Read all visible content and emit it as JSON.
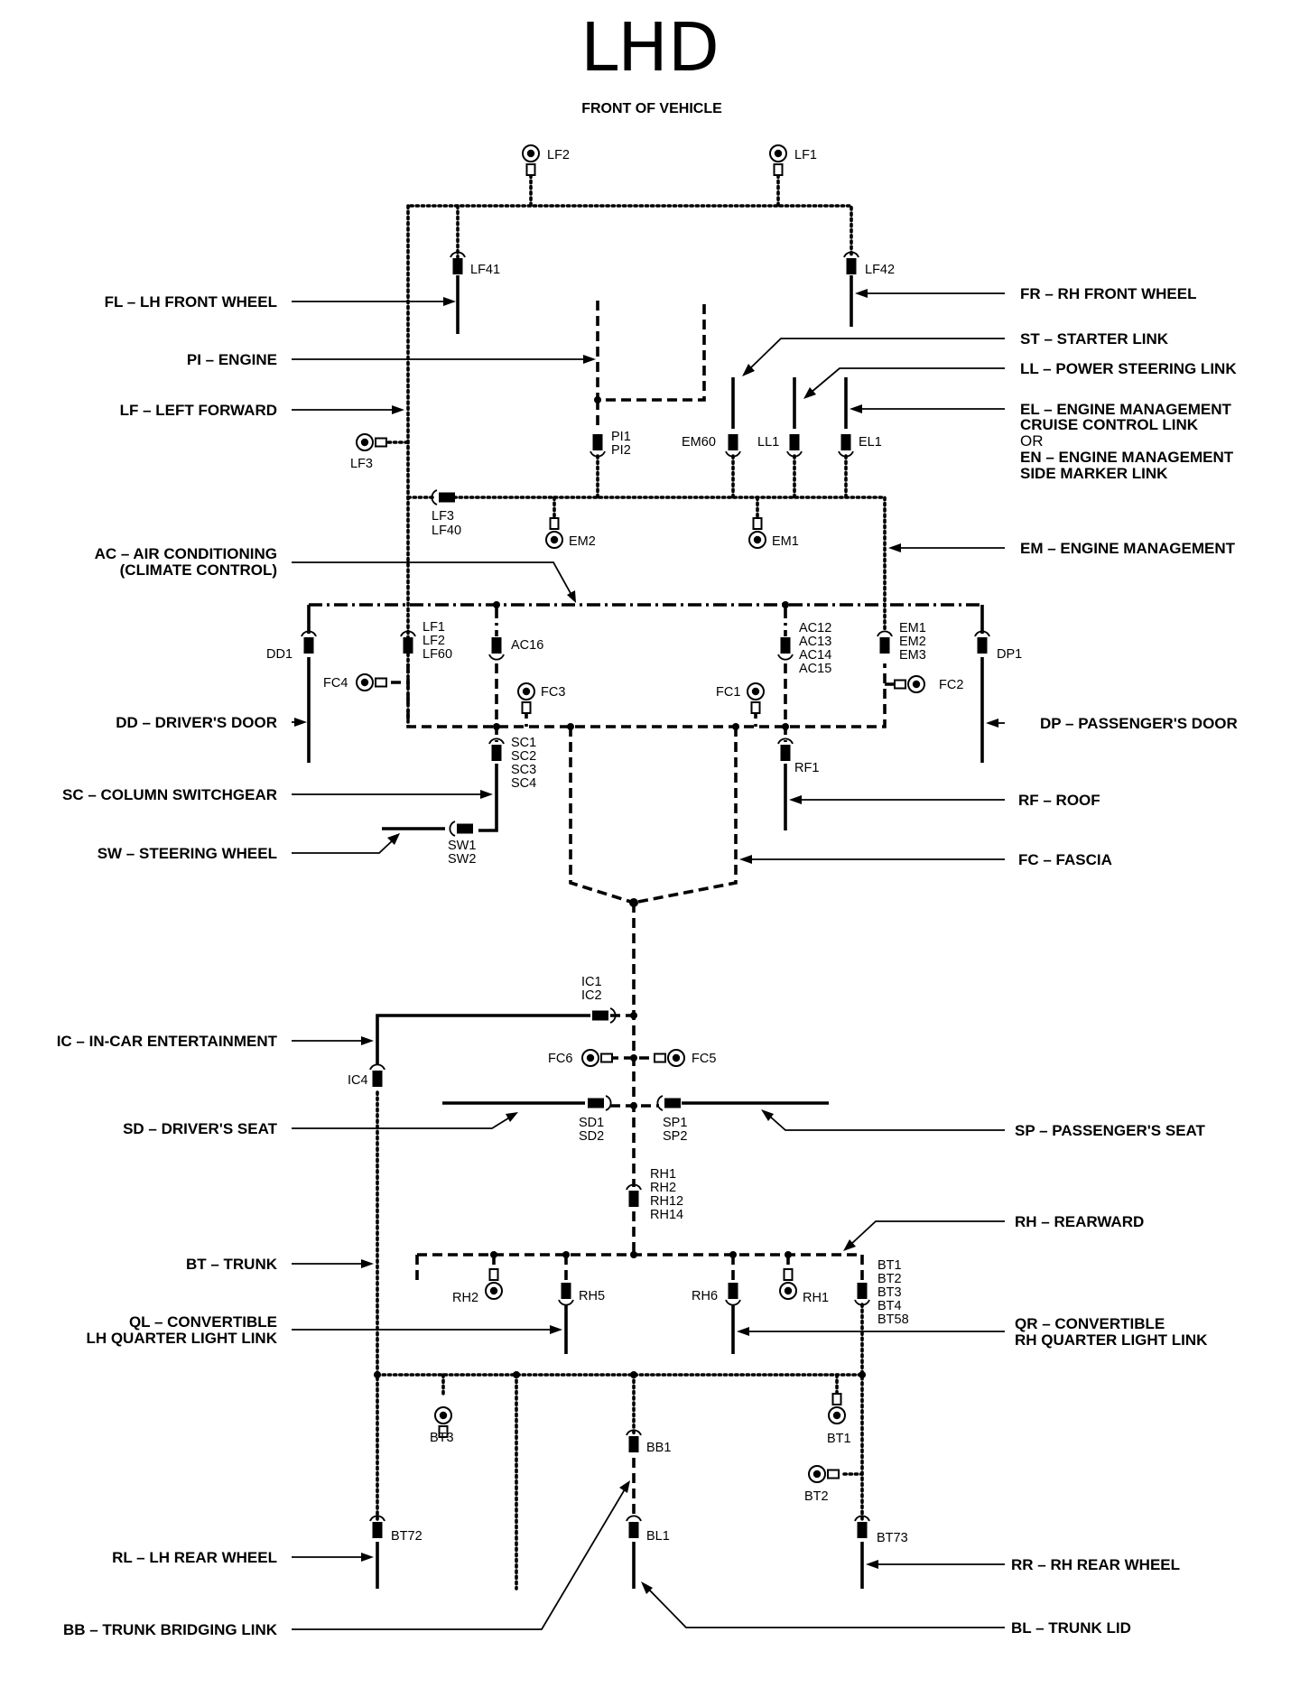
{
  "title": "LHD",
  "subtitle": "FRONT OF VEHICLE",
  "harness_labels": {
    "fl": "FL – LH FRONT WHEEL",
    "pi": "PI – ENGINE",
    "lf": "LF – LEFT FORWARD",
    "ac1": "AC – AIR CONDITIONING",
    "ac2": "(CLIMATE CONTROL)",
    "dd": "DD – DRIVER'S DOOR",
    "sc": "SC – COLUMN SWITCHGEAR",
    "sw": "SW – STEERING WHEEL",
    "ic": "IC – IN-CAR ENTERTAINMENT",
    "sd": "SD – DRIVER'S SEAT",
    "bt": "BT – TRUNK",
    "ql1": "QL – CONVERTIBLE",
    "ql2": "LH QUARTER LIGHT LINK",
    "rl": "RL – LH REAR WHEEL",
    "bb": "BB – TRUNK BRIDGING LINK",
    "fr": "FR – RH FRONT WHEEL",
    "st": "ST – STARTER LINK",
    "ll": "LL – POWER STEERING LINK",
    "el1": "EL – ENGINE MANAGEMENT",
    "el2": "CRUISE CONTROL LINK",
    "or": "OR",
    "en1": "EN – ENGINE MANAGEMENT",
    "en2": "SIDE MARKER LINK",
    "em": "EM – ENGINE MANAGEMENT",
    "dp": "DP – PASSENGER'S DOOR",
    "rf": "RF – ROOF",
    "fc": "FC – FASCIA",
    "sp": "SP – PASSENGER'S SEAT",
    "rh": "RH – REARWARD",
    "qr1": "QR – CONVERTIBLE",
    "qr2": "RH QUARTER LIGHT LINK",
    "rr": "RR – RH REAR WHEEL",
    "bl": "BL – TRUNK LID"
  },
  "connector_codes": {
    "lf2_top": "LF2",
    "lf1_top": "LF1",
    "lf41": "LF41",
    "lf42": "LF42",
    "lf3_ground": "LF3",
    "pi1": "PI1",
    "pi2": "PI2",
    "em60": "EM60",
    "ll1": "LL1",
    "el1": "EL1",
    "lf3b": "LF3",
    "lf40": "LF40",
    "em2_ground": "EM2",
    "em1_ground": "EM1",
    "dd1": "DD1",
    "lf1b": "LF1",
    "lf2b": "LF2",
    "lf60": "LF60",
    "ac16": "AC16",
    "ac12": "AC12",
    "ac13": "AC13",
    "ac14": "AC14",
    "ac15": "AC15",
    "em1b": "EM1",
    "em2b": "EM2",
    "em3": "EM3",
    "dp1": "DP1",
    "fc4": "FC4",
    "fc3": "FC3",
    "fc1": "FC1",
    "fc2": "FC2",
    "sc1": "SC1",
    "sc2": "SC2",
    "sc3": "SC3",
    "sc4": "SC4",
    "rf1": "RF1",
    "sw1": "SW1",
    "sw2": "SW2",
    "ic1": "IC1",
    "ic2": "IC2",
    "ic4": "IC4",
    "fc6": "FC6",
    "fc5": "FC5",
    "sd1": "SD1",
    "sd2": "SD2",
    "sp1": "SP1",
    "sp2": "SP2",
    "rh1": "RH1",
    "rh2": "RH2",
    "rh12": "RH12",
    "rh14": "RH14",
    "rh2_ground": "RH2",
    "rh5": "RH5",
    "rh6": "RH6",
    "rh1_ground": "RH1",
    "bt1": "BT1",
    "bt2": "BT2",
    "bt3": "BT3",
    "bt4": "BT4",
    "bt58": "BT58",
    "bt3_ground": "BT3",
    "bb1": "BB1",
    "bt1_ground": "BT1",
    "bt2_ground": "BT2",
    "bt72": "BT72",
    "bl1": "BL1",
    "bt73": "BT73"
  }
}
